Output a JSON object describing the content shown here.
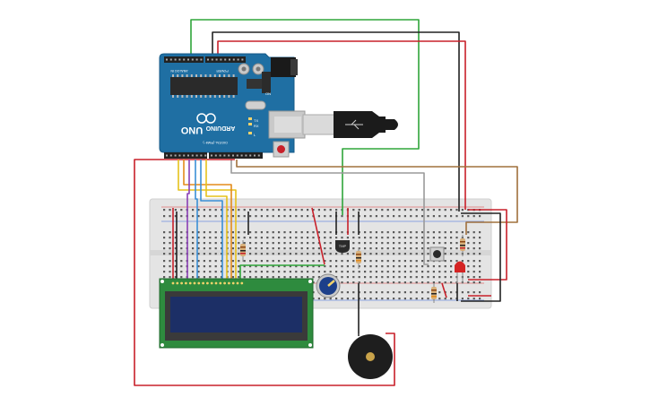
{
  "board": {
    "brand": "ARDUINO",
    "model": "UNO",
    "section_analog": "ANALOG IN",
    "section_power": "POWER",
    "section_digital": "DIGITAL (PWM~)",
    "led_tx": "TX",
    "led_rx": "RX",
    "led_l": "L",
    "led_on": "ON"
  },
  "components": {
    "temp_sensor_label": "TMP",
    "lcd_rows": 2,
    "lcd_cols": 16
  },
  "colors": {
    "board": "#1f6fa3",
    "board_edge": "#155a87",
    "breadboard": "#e4e4e4",
    "lcd_pcb": "#2e8b3e",
    "lcd_screen": "#1c2f66",
    "wire_red": "#c8202a",
    "wire_black": "#222222",
    "wire_green": "#2fa53a",
    "wire_brown": "#a0703c",
    "wire_gray": "#9a9a9a",
    "wire_orange": "#e38b1c",
    "wire_yellow": "#e6c21c",
    "wire_purple": "#8a3fb5",
    "wire_blue": "#3a8fd6",
    "pot": "#1c3f8a",
    "buzzer": "#1e1e1e",
    "led_red": "#d42424"
  }
}
